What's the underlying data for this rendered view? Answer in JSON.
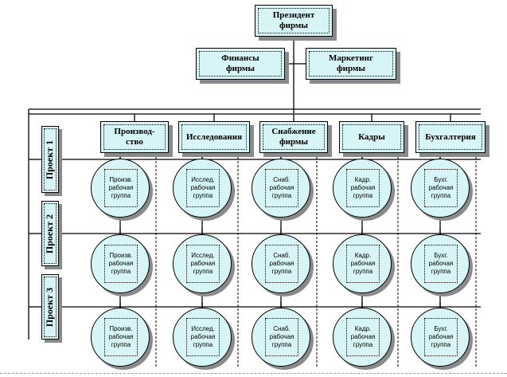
{
  "president": "Президент\nфирмы",
  "finance": "Финансы\nфирмы",
  "marketing": "Маркетинг\nфирмы",
  "departments": [
    {
      "label": "Производ-\nство",
      "group": "Произв.\nрабочая\nгруппа"
    },
    {
      "label": "Исследования",
      "group": "Исслед.\nрабочая\nгруппа"
    },
    {
      "label": "Снабжение\nфирмы",
      "group": "Снаб.\nрабочая\nгруппа"
    },
    {
      "label": "Кадры",
      "group": "Кадр.\nрабочая\nгруппа"
    },
    {
      "label": "Бухгалтерия",
      "group": "Бухг.\nрабочая\nгруппа"
    }
  ],
  "projects": [
    "Проект 1",
    "Проект 2",
    "Проект 3"
  ]
}
